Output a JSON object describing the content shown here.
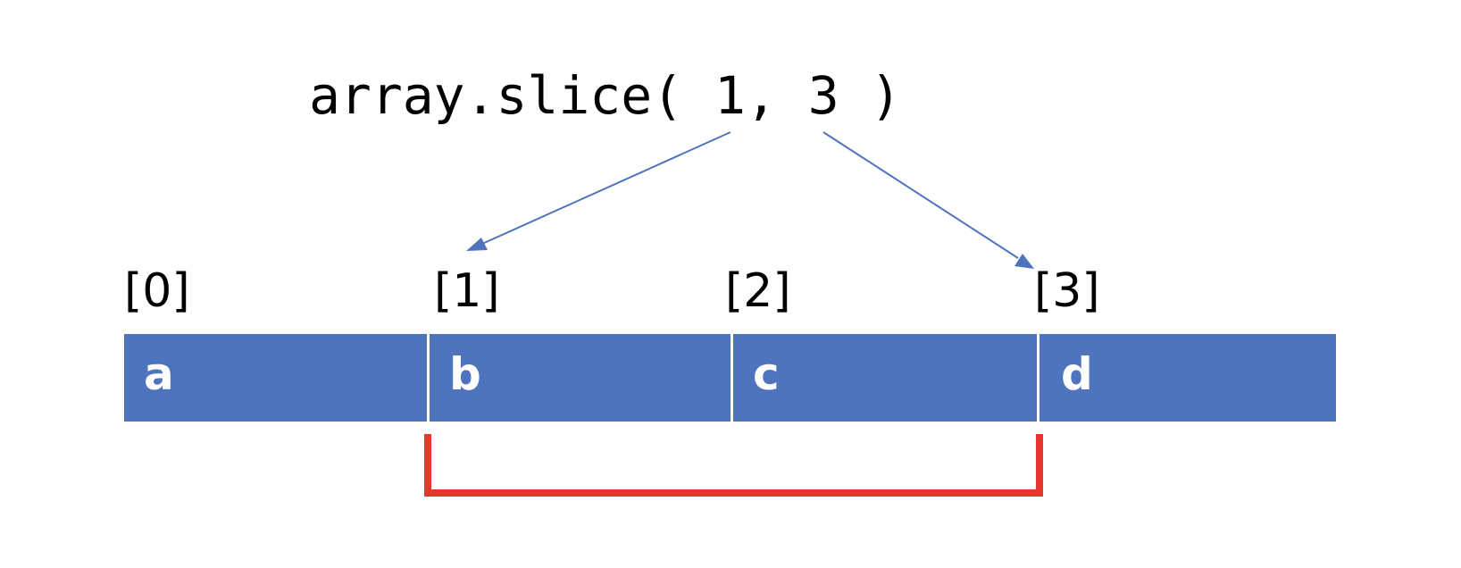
{
  "code_expression": "array.slice( 1, 3 )",
  "indices": [
    "[0]",
    "[1]",
    "[2]",
    "[3]"
  ],
  "cells": [
    "a",
    "b",
    "c",
    "d"
  ],
  "colors": {
    "cell_fill": "#4F74BE",
    "cell_text": "#FFFFFF",
    "arrow": "#4F74BE",
    "bracket": "#E8362D"
  }
}
